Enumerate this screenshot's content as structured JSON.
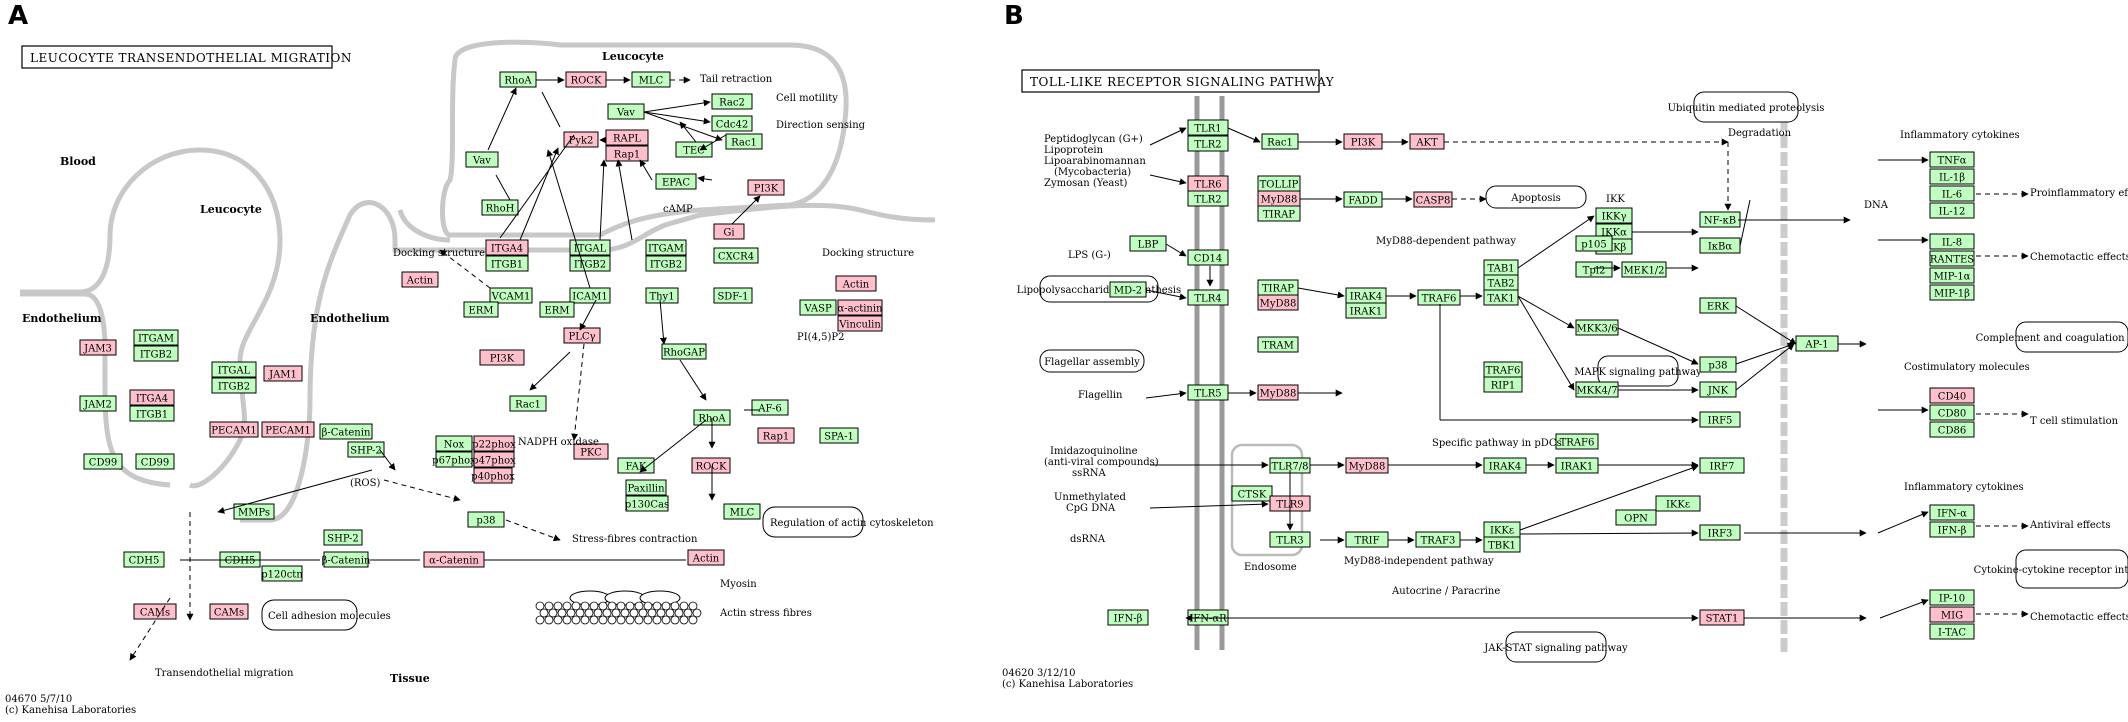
{
  "panels": {
    "a": {
      "letter": "A",
      "title": "LEUCOCYTE TRANSENDOTHELIAL MIGRATION",
      "footer_id": "04670 5/7/10",
      "footer_copy": "(c) Kanehisa Laboratories",
      "regions": [
        "Blood",
        "Leucocyte",
        "Leucocyte",
        "Endothelium",
        "Endothelium",
        "Tissue"
      ],
      "labels": [
        "Tail retraction",
        "Cell motility",
        "Direction sensing",
        "cAMP",
        "Docking structure",
        "Docking structure",
        "PI(4,5)P2",
        "(ROS)",
        "NADPH oxidase",
        "Stress-fibres contraction",
        "Regulation of actin cytoskeleton",
        "Myosin",
        "Actin stress fibres",
        "Cell adhesion molecules",
        "Transendothelial migration"
      ],
      "nodes": [
        {
          "t": "RhoA",
          "c": "green"
        },
        {
          "t": "ROCK",
          "c": "pink"
        },
        {
          "t": "MLC",
          "c": "green"
        },
        {
          "t": "Vav",
          "c": "green"
        },
        {
          "t": "Rac2",
          "c": "green"
        },
        {
          "t": "Cdc42",
          "c": "green"
        },
        {
          "t": "Rac1",
          "c": "green"
        },
        {
          "t": "Pyk2",
          "c": "pink"
        },
        {
          "t": "RAPL",
          "c": "pink"
        },
        {
          "t": "Rap1",
          "c": "pink"
        },
        {
          "t": "TEC",
          "c": "green"
        },
        {
          "t": "Vav",
          "c": "green"
        },
        {
          "t": "EPAC",
          "c": "green"
        },
        {
          "t": "PI3K",
          "c": "pink"
        },
        {
          "t": "RhoH",
          "c": "green"
        },
        {
          "t": "Gi",
          "c": "pink"
        },
        {
          "t": "ITGA4",
          "c": "pink"
        },
        {
          "t": "ITGB1",
          "c": "green"
        },
        {
          "t": "ITGAL",
          "c": "green"
        },
        {
          "t": "ITGB2",
          "c": "green"
        },
        {
          "t": "ITGAM",
          "c": "green"
        },
        {
          "t": "ITGB2",
          "c": "green"
        },
        {
          "t": "CXCR4",
          "c": "green"
        },
        {
          "t": "SDF-1",
          "c": "green"
        },
        {
          "t": "Actin",
          "c": "pink"
        },
        {
          "t": "VCAM1",
          "c": "green"
        },
        {
          "t": "ICAM1",
          "c": "green"
        },
        {
          "t": "Thy1",
          "c": "green"
        },
        {
          "t": "ERM",
          "c": "green"
        },
        {
          "t": "ERM",
          "c": "green"
        },
        {
          "t": "Actin",
          "c": "pink"
        },
        {
          "t": "VASP",
          "c": "green"
        },
        {
          "t": "α-actinin",
          "c": "pink"
        },
        {
          "t": "Vinculin",
          "c": "pink"
        },
        {
          "t": "ITGAM",
          "c": "green"
        },
        {
          "t": "ITGB2",
          "c": "green"
        },
        {
          "t": "JAM3",
          "c": "pink"
        },
        {
          "t": "PI3K",
          "c": "pink"
        },
        {
          "t": "PLCγ",
          "c": "pink"
        },
        {
          "t": "RhoGAP",
          "c": "green"
        },
        {
          "t": "ITGAL",
          "c": "green"
        },
        {
          "t": "ITGB2",
          "c": "green"
        },
        {
          "t": "JAM1",
          "c": "pink"
        },
        {
          "t": "ITGA4",
          "c": "pink"
        },
        {
          "t": "ITGB1",
          "c": "green"
        },
        {
          "t": "JAM2",
          "c": "green"
        },
        {
          "t": "Rac1",
          "c": "green"
        },
        {
          "t": "PKC",
          "c": "pink"
        },
        {
          "t": "RhoA",
          "c": "green"
        },
        {
          "t": "AF-6",
          "c": "green"
        },
        {
          "t": "PECAM1",
          "c": "pink"
        },
        {
          "t": "PECAM1",
          "c": "pink"
        },
        {
          "t": "β-Catenin",
          "c": "green"
        },
        {
          "t": "Rap1",
          "c": "pink"
        },
        {
          "t": "SPA-1",
          "c": "green"
        },
        {
          "t": "Nox",
          "c": "green"
        },
        {
          "t": "p22phox",
          "c": "pink"
        },
        {
          "t": "p67phox",
          "c": "green"
        },
        {
          "t": "p47phox",
          "c": "pink"
        },
        {
          "t": "p40phox",
          "c": "pink"
        },
        {
          "t": "SHP-2",
          "c": "green"
        },
        {
          "t": "FAK",
          "c": "green"
        },
        {
          "t": "CD99",
          "c": "green"
        },
        {
          "t": "CD99",
          "c": "green"
        },
        {
          "t": "Paxillin",
          "c": "green"
        },
        {
          "t": "ROCK",
          "c": "pink"
        },
        {
          "t": "p130Cas",
          "c": "green"
        },
        {
          "t": "MMPs",
          "c": "green"
        },
        {
          "t": "p38",
          "c": "green"
        },
        {
          "t": "MLC",
          "c": "green"
        },
        {
          "t": "SHP-2",
          "c": "green"
        },
        {
          "t": "CDH5",
          "c": "green"
        },
        {
          "t": "CDH5",
          "c": "green"
        },
        {
          "t": "β-Catenin",
          "c": "green"
        },
        {
          "t": "α-Catenin",
          "c": "pink"
        },
        {
          "t": "Actin",
          "c": "pink"
        },
        {
          "t": "p120ctn",
          "c": "green"
        },
        {
          "t": "CAMs",
          "c": "pink"
        },
        {
          "t": "CAMs",
          "c": "pink"
        }
      ]
    },
    "b": {
      "letter": "B",
      "title": "TOLL-LIKE RECEPTOR SIGNALING PATHWAY",
      "footer_id": "04620 3/12/10",
      "footer_copy": "(c) Kanehisa Laboratories",
      "labels": [
        "Peptidoglycan (G+)",
        "Lipoprotein",
        "Lipoarabinomannan",
        "(Mycobacteria)",
        "Zymosan (Yeast)",
        "LPS (G-)",
        "Flagellin",
        "Imidazoquinoline",
        "(anti-viral compounds)",
        "ssRNA",
        "Unmethylated",
        "CpG DNA",
        "dsRNA",
        "MyD88-dependent pathway",
        "MyD88-independent pathway",
        "Endosome",
        "Autocrine / Paracrine",
        "Degradation",
        "IKK",
        "DNA",
        "Specific pathway in pDCs",
        "Inflammatory cytokines",
        "Proinflammatory effects",
        "Chemotactic effects (Neutrophil, Immature DC (NK cell)",
        "Costimulatory molecules",
        "T cell stimulation",
        "Inflammatory cytokines",
        "Antiviral effects",
        "Chemotactic effects (T cell)"
      ],
      "boxes": [
        "Ubiquitin mediated proteolysis",
        "Apoptosis",
        "Lipopolysaccharide biosynthesis",
        "Flagellar assembly",
        "MAPK signaling pathway",
        "Complement and coagulation cascade",
        "Cytokine-cytokine receptor interaction",
        "JAK-STAT signaling pathway"
      ],
      "nodes": [
        {
          "t": "TLR1",
          "c": "green"
        },
        {
          "t": "TLR2",
          "c": "green"
        },
        {
          "t": "Rac1",
          "c": "green"
        },
        {
          "t": "PI3K",
          "c": "pink"
        },
        {
          "t": "AKT",
          "c": "pink"
        },
        {
          "t": "TLR6",
          "c": "pink"
        },
        {
          "t": "TLR2",
          "c": "green"
        },
        {
          "t": "TOLLIP",
          "c": "green"
        },
        {
          "t": "MyD88",
          "c": "pink"
        },
        {
          "t": "TIRAP",
          "c": "green"
        },
        {
          "t": "FADD",
          "c": "green"
        },
        {
          "t": "CASP8",
          "c": "pink"
        },
        {
          "t": "LBP",
          "c": "green"
        },
        {
          "t": "CD14",
          "c": "green"
        },
        {
          "t": "MD-2",
          "c": "green"
        },
        {
          "t": "TLR4",
          "c": "green"
        },
        {
          "t": "TIRAP",
          "c": "green"
        },
        {
          "t": "MyD88",
          "c": "pink"
        },
        {
          "t": "IRAK4",
          "c": "green"
        },
        {
          "t": "IRAK1",
          "c": "green"
        },
        {
          "t": "TRAF6",
          "c": "green"
        },
        {
          "t": "TAB1",
          "c": "green"
        },
        {
          "t": "TAB2",
          "c": "green"
        },
        {
          "t": "TAK1",
          "c": "green"
        },
        {
          "t": "IKKγ",
          "c": "green"
        },
        {
          "t": "IKKα",
          "c": "green"
        },
        {
          "t": "IKKβ",
          "c": "green"
        },
        {
          "t": "NF-κB",
          "c": "green"
        },
        {
          "t": "IκBα",
          "c": "green"
        },
        {
          "t": "p105",
          "c": "green"
        },
        {
          "t": "Tpl2",
          "c": "green"
        },
        {
          "t": "MEK1/2",
          "c": "green"
        },
        {
          "t": "ERK",
          "c": "green"
        },
        {
          "t": "TRAM",
          "c": "green"
        },
        {
          "t": "TRAF6",
          "c": "green"
        },
        {
          "t": "RIP1",
          "c": "green"
        },
        {
          "t": "MKK3/6",
          "c": "green"
        },
        {
          "t": "p38",
          "c": "green"
        },
        {
          "t": "MKK4/7",
          "c": "green"
        },
        {
          "t": "JNK",
          "c": "green"
        },
        {
          "t": "AP-1",
          "c": "green"
        },
        {
          "t": "TLR5",
          "c": "green"
        },
        {
          "t": "MyD88",
          "c": "pink"
        },
        {
          "t": "IRF5",
          "c": "green"
        },
        {
          "t": "TLR7/8",
          "c": "green"
        },
        {
          "t": "MyD88",
          "c": "pink"
        },
        {
          "t": "IRAK4",
          "c": "green"
        },
        {
          "t": "TRAF6",
          "c": "green"
        },
        {
          "t": "IRAK1",
          "c": "green"
        },
        {
          "t": "IRF7",
          "c": "green"
        },
        {
          "t": "CTSK",
          "c": "green"
        },
        {
          "t": "TLR9",
          "c": "pink"
        },
        {
          "t": "OPN",
          "c": "green"
        },
        {
          "t": "IKKε",
          "c": "green"
        },
        {
          "t": "TLR3",
          "c": "green"
        },
        {
          "t": "TRIF",
          "c": "green"
        },
        {
          "t": "TRAF3",
          "c": "green"
        },
        {
          "t": "IKKε",
          "c": "green"
        },
        {
          "t": "TBK1",
          "c": "green"
        },
        {
          "t": "IRF3",
          "c": "green"
        },
        {
          "t": "IFN-β",
          "c": "green"
        },
        {
          "t": "IFN-αR",
          "c": "green"
        },
        {
          "t": "STAT1",
          "c": "pink"
        },
        {
          "t": "TNFα",
          "c": "green"
        },
        {
          "t": "IL-1β",
          "c": "green"
        },
        {
          "t": "IL-6",
          "c": "green"
        },
        {
          "t": "IL-12",
          "c": "green"
        },
        {
          "t": "IL-8",
          "c": "green"
        },
        {
          "t": "RANTES",
          "c": "green"
        },
        {
          "t": "MIP-1α",
          "c": "green"
        },
        {
          "t": "MIP-1β",
          "c": "green"
        },
        {
          "t": "CD40",
          "c": "pink"
        },
        {
          "t": "CD80",
          "c": "green"
        },
        {
          "t": "CD86",
          "c": "green"
        },
        {
          "t": "IFN-α",
          "c": "green"
        },
        {
          "t": "IFN-β",
          "c": "green"
        },
        {
          "t": "IP-10",
          "c": "green"
        },
        {
          "t": "MIG",
          "c": "pink"
        },
        {
          "t": "I-TAC",
          "c": "green"
        }
      ]
    }
  },
  "colors": {
    "green": "#bfffbf",
    "pink": "#ffc0cb",
    "membrane": "#c8c8c8"
  }
}
